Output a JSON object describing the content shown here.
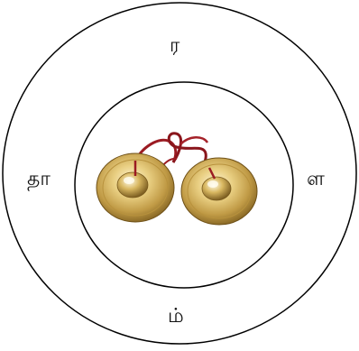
{
  "puzzle": {
    "letters": {
      "top": "ர",
      "left": "தா",
      "right": "ள",
      "bottom": "ம்"
    },
    "center_image": "cymbals-image",
    "colors": {
      "ring_stroke": "#000000",
      "background": "#ffffff",
      "string": "#9b1b22",
      "brass_light": "#f3e2a8",
      "brass_mid": "#c9a24a",
      "brass_dark": "#7a5b1d"
    }
  }
}
